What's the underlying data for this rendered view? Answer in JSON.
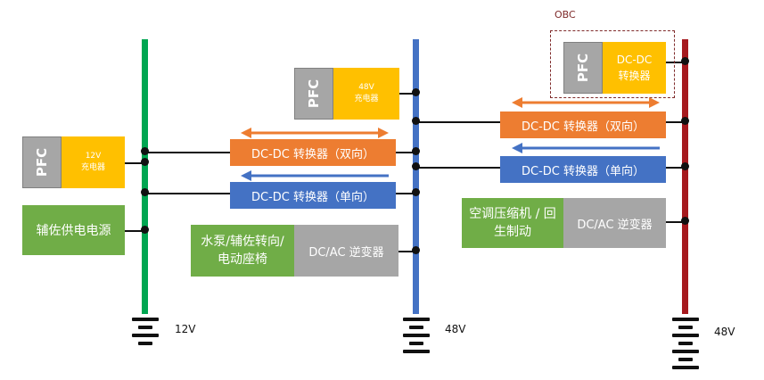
{
  "colors": {
    "bus_12v": "#00A651",
    "bus_48v_mid": "#4472C4",
    "bus_48v_right": "#A6191E",
    "converter_bidirectional": "#ED7D31",
    "converter_unidirectional": "#4472C4",
    "inverter": "#A6A6A6",
    "load": "#70AD47",
    "charger": "#FFC000",
    "obc_border": "#7f2b2b"
  },
  "left_section": {
    "pfc_label": "PFC",
    "charger_line1": "12V",
    "charger_line2": "充电器",
    "aux_supply_label": "辅佐供电电源",
    "battery_voltage": "12V"
  },
  "middle_section": {
    "pfc_label": "PFC",
    "charger_line1": "48V",
    "charger_line2": "充电器",
    "converter_bidirectional_label": "DC-DC 转换器（双向）",
    "converter_unidirectional_label": "DC-DC 转换器（单向）",
    "load_label": "水泵/辅佐转向/电动座椅",
    "inverter_label": "DC/AC 逆变器",
    "battery_voltage": "48V"
  },
  "right_section": {
    "obc_label": "OBC",
    "pfc_label": "PFC",
    "obc_converter_line1": "DC-DC",
    "obc_converter_line2": "转换器",
    "converter_bidirectional_label": "DC-DC 转换器（双向）",
    "converter_unidirectional_label": "DC-DC 转换器（单向）",
    "load_label": "空调压缩机 / 回生制动",
    "inverter_label": "DC/AC 逆变器",
    "battery_voltage": "48V"
  }
}
